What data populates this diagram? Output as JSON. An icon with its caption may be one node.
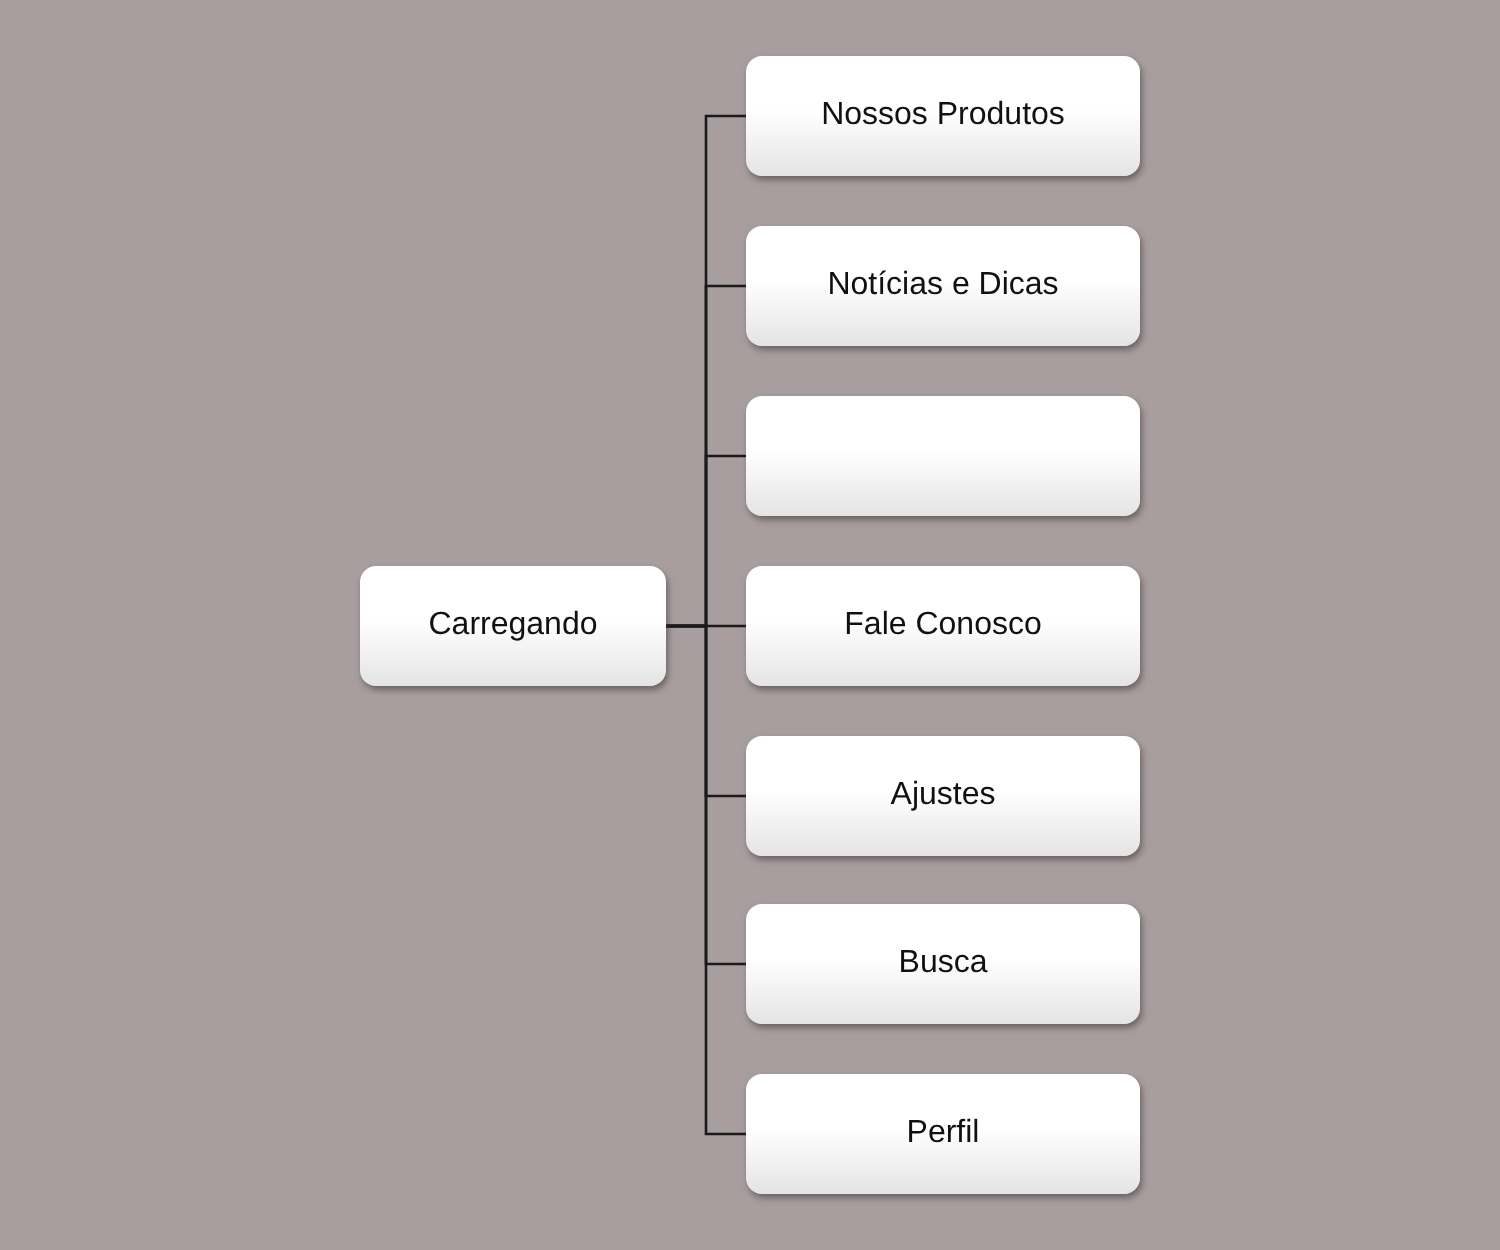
{
  "diagram": {
    "nodes": [
      {
        "text": [
          "Carregando"
        ]
      },
      {
        "text": [
          "Nossos Produtos"
        ]
      },
      {
        "text": [
          "Notícias e Dicas"
        ]
      },
      {
        "text": [],
        "shape": "box"
      },
      {
        "text": [
          "Fale Conosco"
        ]
      },
      {
        "text": [
          "Ajustes"
        ]
      },
      {
        "text": [
          "Busca"
        ]
      },
      {
        "text": [
          "Perfil"
        ]
      }
    ],
    "edges": [
      {
        "from": 0,
        "to": 1,
        "arrow": "none"
      },
      {
        "from": 0,
        "to": 2,
        "arrow": "none"
      },
      {
        "from": 0,
        "to": 3,
        "arrow": "none"
      },
      {
        "from": 0,
        "to": 4,
        "arrow": "none"
      },
      {
        "from": 0,
        "to": 5,
        "arrow": "none"
      },
      {
        "from": 0,
        "to": 6,
        "arrow": "none"
      },
      {
        "from": 0,
        "to": 7,
        "arrow": "none"
      }
    ]
  }
}
